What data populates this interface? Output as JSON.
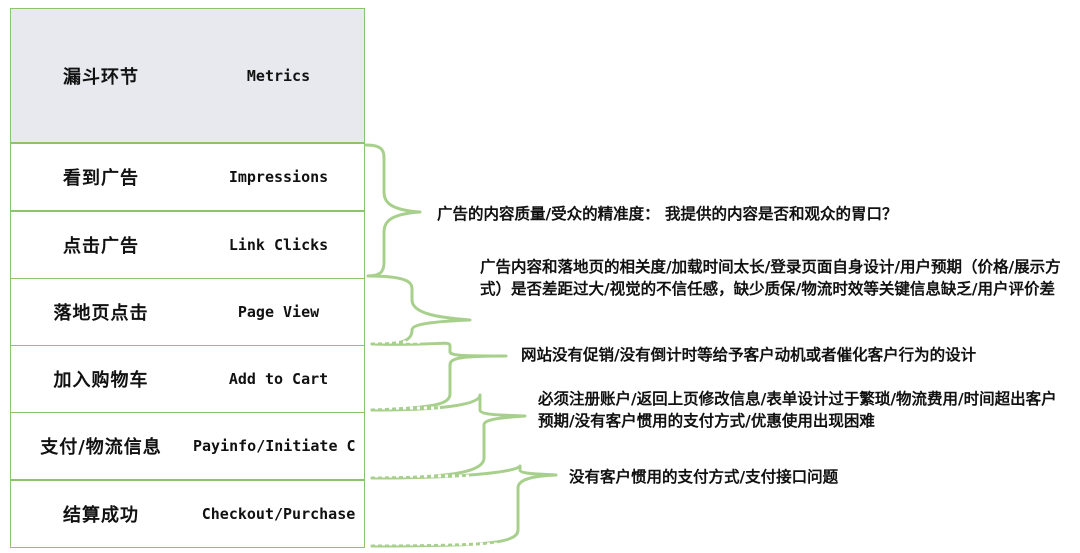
{
  "header": {
    "stage_label": "漏斗环节",
    "metric_label": "Metrics"
  },
  "stages": [
    {
      "name": "看到广告",
      "metric": "Impressions"
    },
    {
      "name": "点击广告",
      "metric": "Link Clicks"
    },
    {
      "name": "落地页点击",
      "metric": "Page View"
    },
    {
      "name": "加入购物车",
      "metric": "Add to Cart"
    },
    {
      "name": "支付/物流信息",
      "metric": "Payinfo/Initiate C"
    },
    {
      "name": "结算成功",
      "metric": "Checkout/Purchase"
    }
  ],
  "reasons": [
    "广告的内容质量/受众的精准度： 我提供的内容是否和观众的胃口？",
    "广告内容和落地页的相关度/加载时间太长/登录页面自身设计/用户预期（价格/展示方式）是否差距过大/视觉的不信任感，缺少质保/物流时效等关键信息缺乏/用户评价差",
    "网站没有促销/没有倒计时等给予客户动机或者催化客户行为的设计",
    "必须注册账户/返回上页修改信息/表单设计过于繁琐/物流费用/时间超出客户预期/没有客户惯用的支付方式/优惠使用出现困难",
    "没有客户惯用的支付方式/支付接口问题"
  ],
  "colors": {
    "border": "#8dc26f",
    "bracket": "#a8d08d",
    "header_bg": "#e7e9ee"
  }
}
